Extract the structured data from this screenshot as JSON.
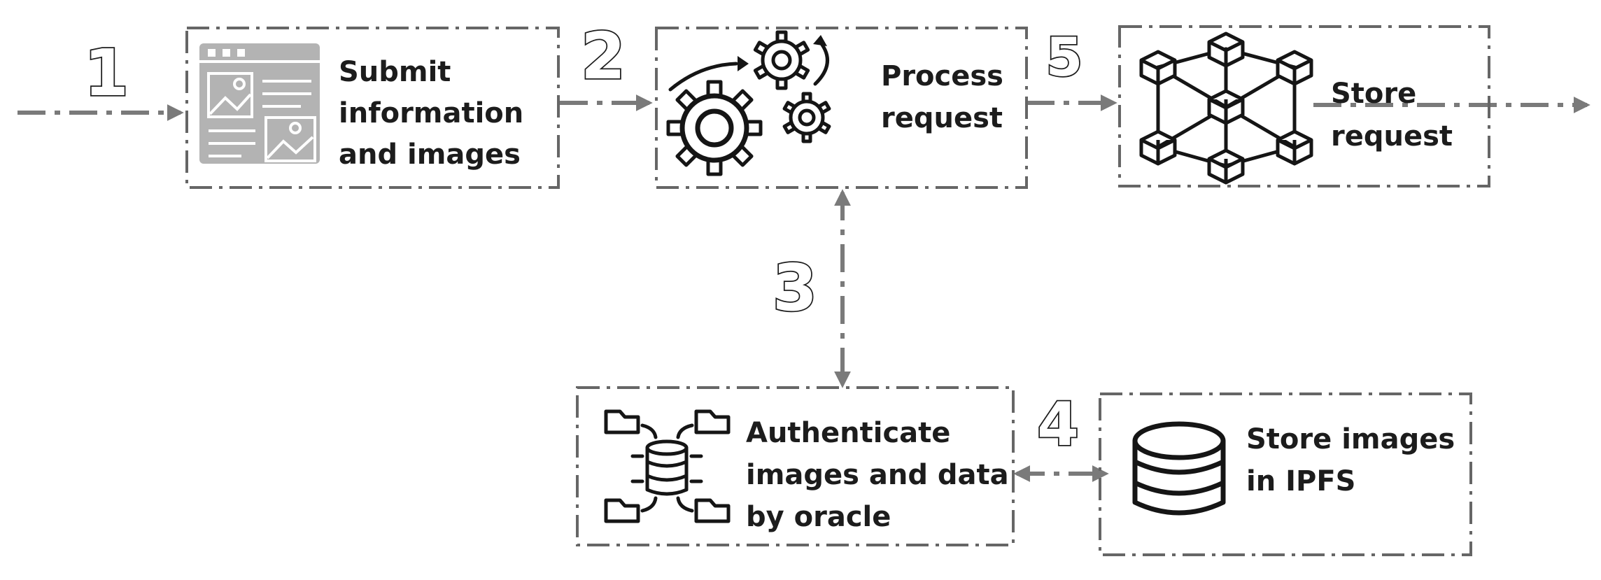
{
  "steps": {
    "s1": "1",
    "s2": "2",
    "s3": "3",
    "s4": "4",
    "s5": "5"
  },
  "nodes": {
    "submit": {
      "lines": [
        "Submit",
        "information",
        "and images"
      ],
      "icon": "web-form-icon"
    },
    "process": {
      "lines": [
        "Process",
        "request"
      ],
      "icon": "gears-icon"
    },
    "store": {
      "lines": [
        "Store",
        "request"
      ],
      "icon": "blockchain-icon"
    },
    "authenticate": {
      "lines": [
        "Authenticate",
        "images and data",
        "by oracle"
      ],
      "icon": "database-folders-icon"
    },
    "ipfs": {
      "lines": [
        "Store images",
        "in IPFS"
      ],
      "icon": "database-icon"
    }
  },
  "colors": {
    "arrow": "#7a7a7a",
    "box_border": "#666666",
    "text": "#1c1c1c",
    "form_icon": "#b3b3b3"
  }
}
